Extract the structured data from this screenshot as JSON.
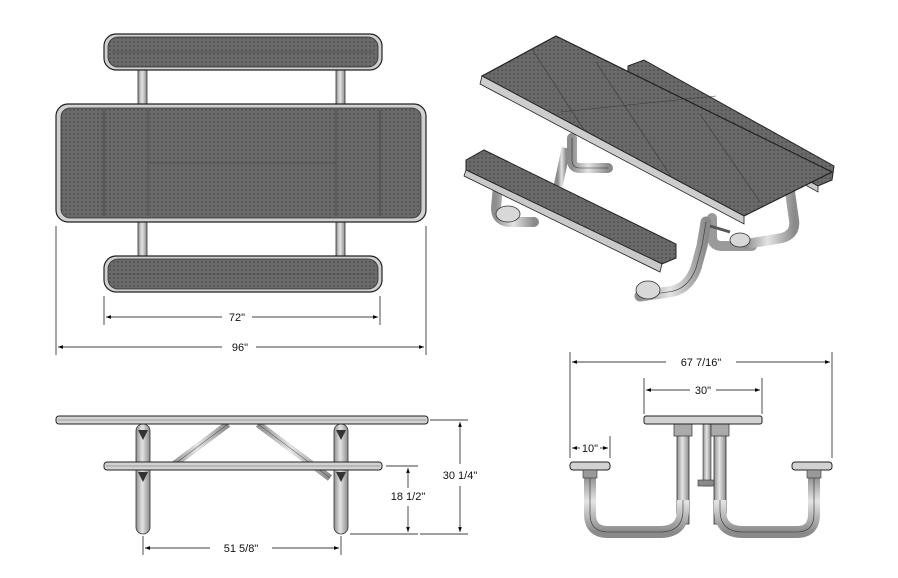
{
  "dimensions": {
    "bench_length": "72\"",
    "table_length": "96\"",
    "overall_width": "67 7/16\"",
    "top_width": "30\"",
    "seat_width": "10\"",
    "overall_height": "30 1/4\"",
    "seat_height": "18 1/2\"",
    "leg_spacing": "51 5/8\""
  },
  "colors": {
    "mesh": "#5d5d5d",
    "mesh_dark": "#3a3a3a",
    "frame": "#b9b9b9",
    "outline": "#222222",
    "dim_line": "#000000"
  }
}
